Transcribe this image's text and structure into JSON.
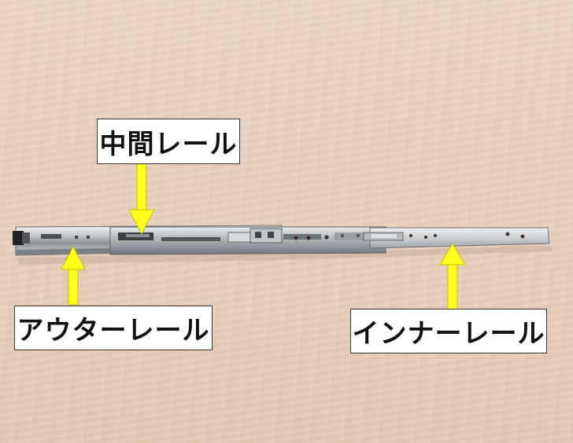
{
  "labels": {
    "middle_rail": "中間レール",
    "outer_rail": "アウターレール",
    "inner_rail": "インナーレール"
  },
  "colors": {
    "arrow": "#ffff1a",
    "label_bg": "#ffffff",
    "label_text": "#111111",
    "background_wood": "#e8d0bd",
    "rail_metal": "#c9ccd0"
  }
}
